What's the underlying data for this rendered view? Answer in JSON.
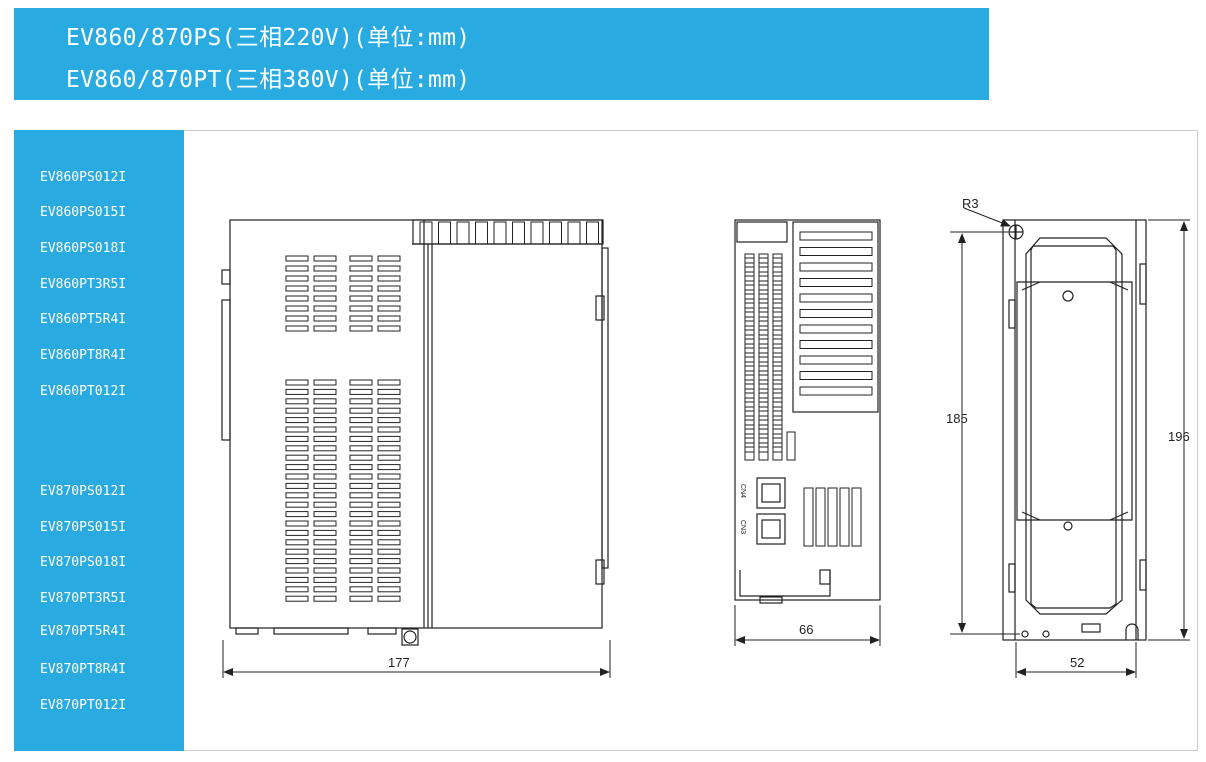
{
  "title": {
    "line1": "EV860/870PS(三相220V)(单位:mm)",
    "line2": "EV860/870PT(三相380V)(单位:mm)"
  },
  "models": [
    "EV860PS012I",
    "EV860PS015I",
    "EV860PS018I",
    "EV860PT3R5I",
    "EV860PT5R4I",
    "EV860PT8R4I",
    "EV860PT012I",
    "EV870PS012I",
    "EV870PS015I",
    "EV870PS018I",
    "EV870PT3R5I",
    "EV870PT5R4I",
    "EV870PT8R4I",
    "EV870PT012I"
  ],
  "dimensions": {
    "side_width": "177",
    "front_width": "66",
    "back_width": "52",
    "mount_height": "185",
    "total_height": "196",
    "corner_radius": "R3"
  },
  "connectors": {
    "cn4": "CN4",
    "cn3": "CN3"
  },
  "colors": {
    "accent": "#29abe2",
    "line": "#222222"
  }
}
